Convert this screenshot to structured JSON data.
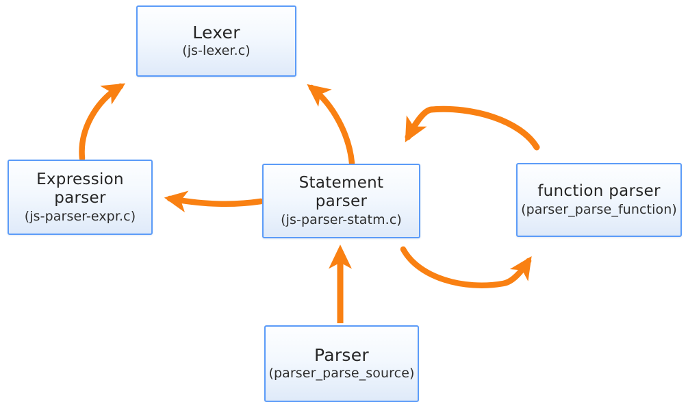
{
  "diagram": {
    "type": "flow-diagram",
    "title": "",
    "background_color": "#ffffff",
    "node_border_color": "#5b9bf8",
    "node_fill_color": "#e8f1fc",
    "arrow_color": "#f98012",
    "nodes": [
      {
        "id": "lexer",
        "title": "Lexer",
        "subtitle": "(js-lexer.c)"
      },
      {
        "id": "expression-parser",
        "title": "Expression\nparser",
        "subtitle": "(js-parser-expr.c)"
      },
      {
        "id": "statement-parser",
        "title": "Statement\nparser",
        "subtitle": "(js-parser-statm.c)"
      },
      {
        "id": "function-parser",
        "title": "function parser",
        "subtitle": "(parser_parse_function)"
      },
      {
        "id": "parser",
        "title": "Parser",
        "subtitle": "(parser_parse_source)"
      }
    ],
    "edges": [
      {
        "id": "expression-to-lexer",
        "from": "expression-parser",
        "to": "lexer",
        "style": "curved"
      },
      {
        "id": "statement-to-lexer",
        "from": "statement-parser",
        "to": "lexer",
        "style": "curved"
      },
      {
        "id": "statement-to-expression",
        "from": "statement-parser",
        "to": "expression-parser",
        "style": "curved"
      },
      {
        "id": "function-to-statement",
        "from": "function-parser",
        "to": "statement-parser",
        "style": "arc-over"
      },
      {
        "id": "statement-to-function",
        "from": "statement-parser",
        "to": "function-parser",
        "style": "arc-under"
      },
      {
        "id": "parser-to-statement",
        "from": "parser",
        "to": "statement-parser",
        "style": "straight"
      }
    ]
  }
}
